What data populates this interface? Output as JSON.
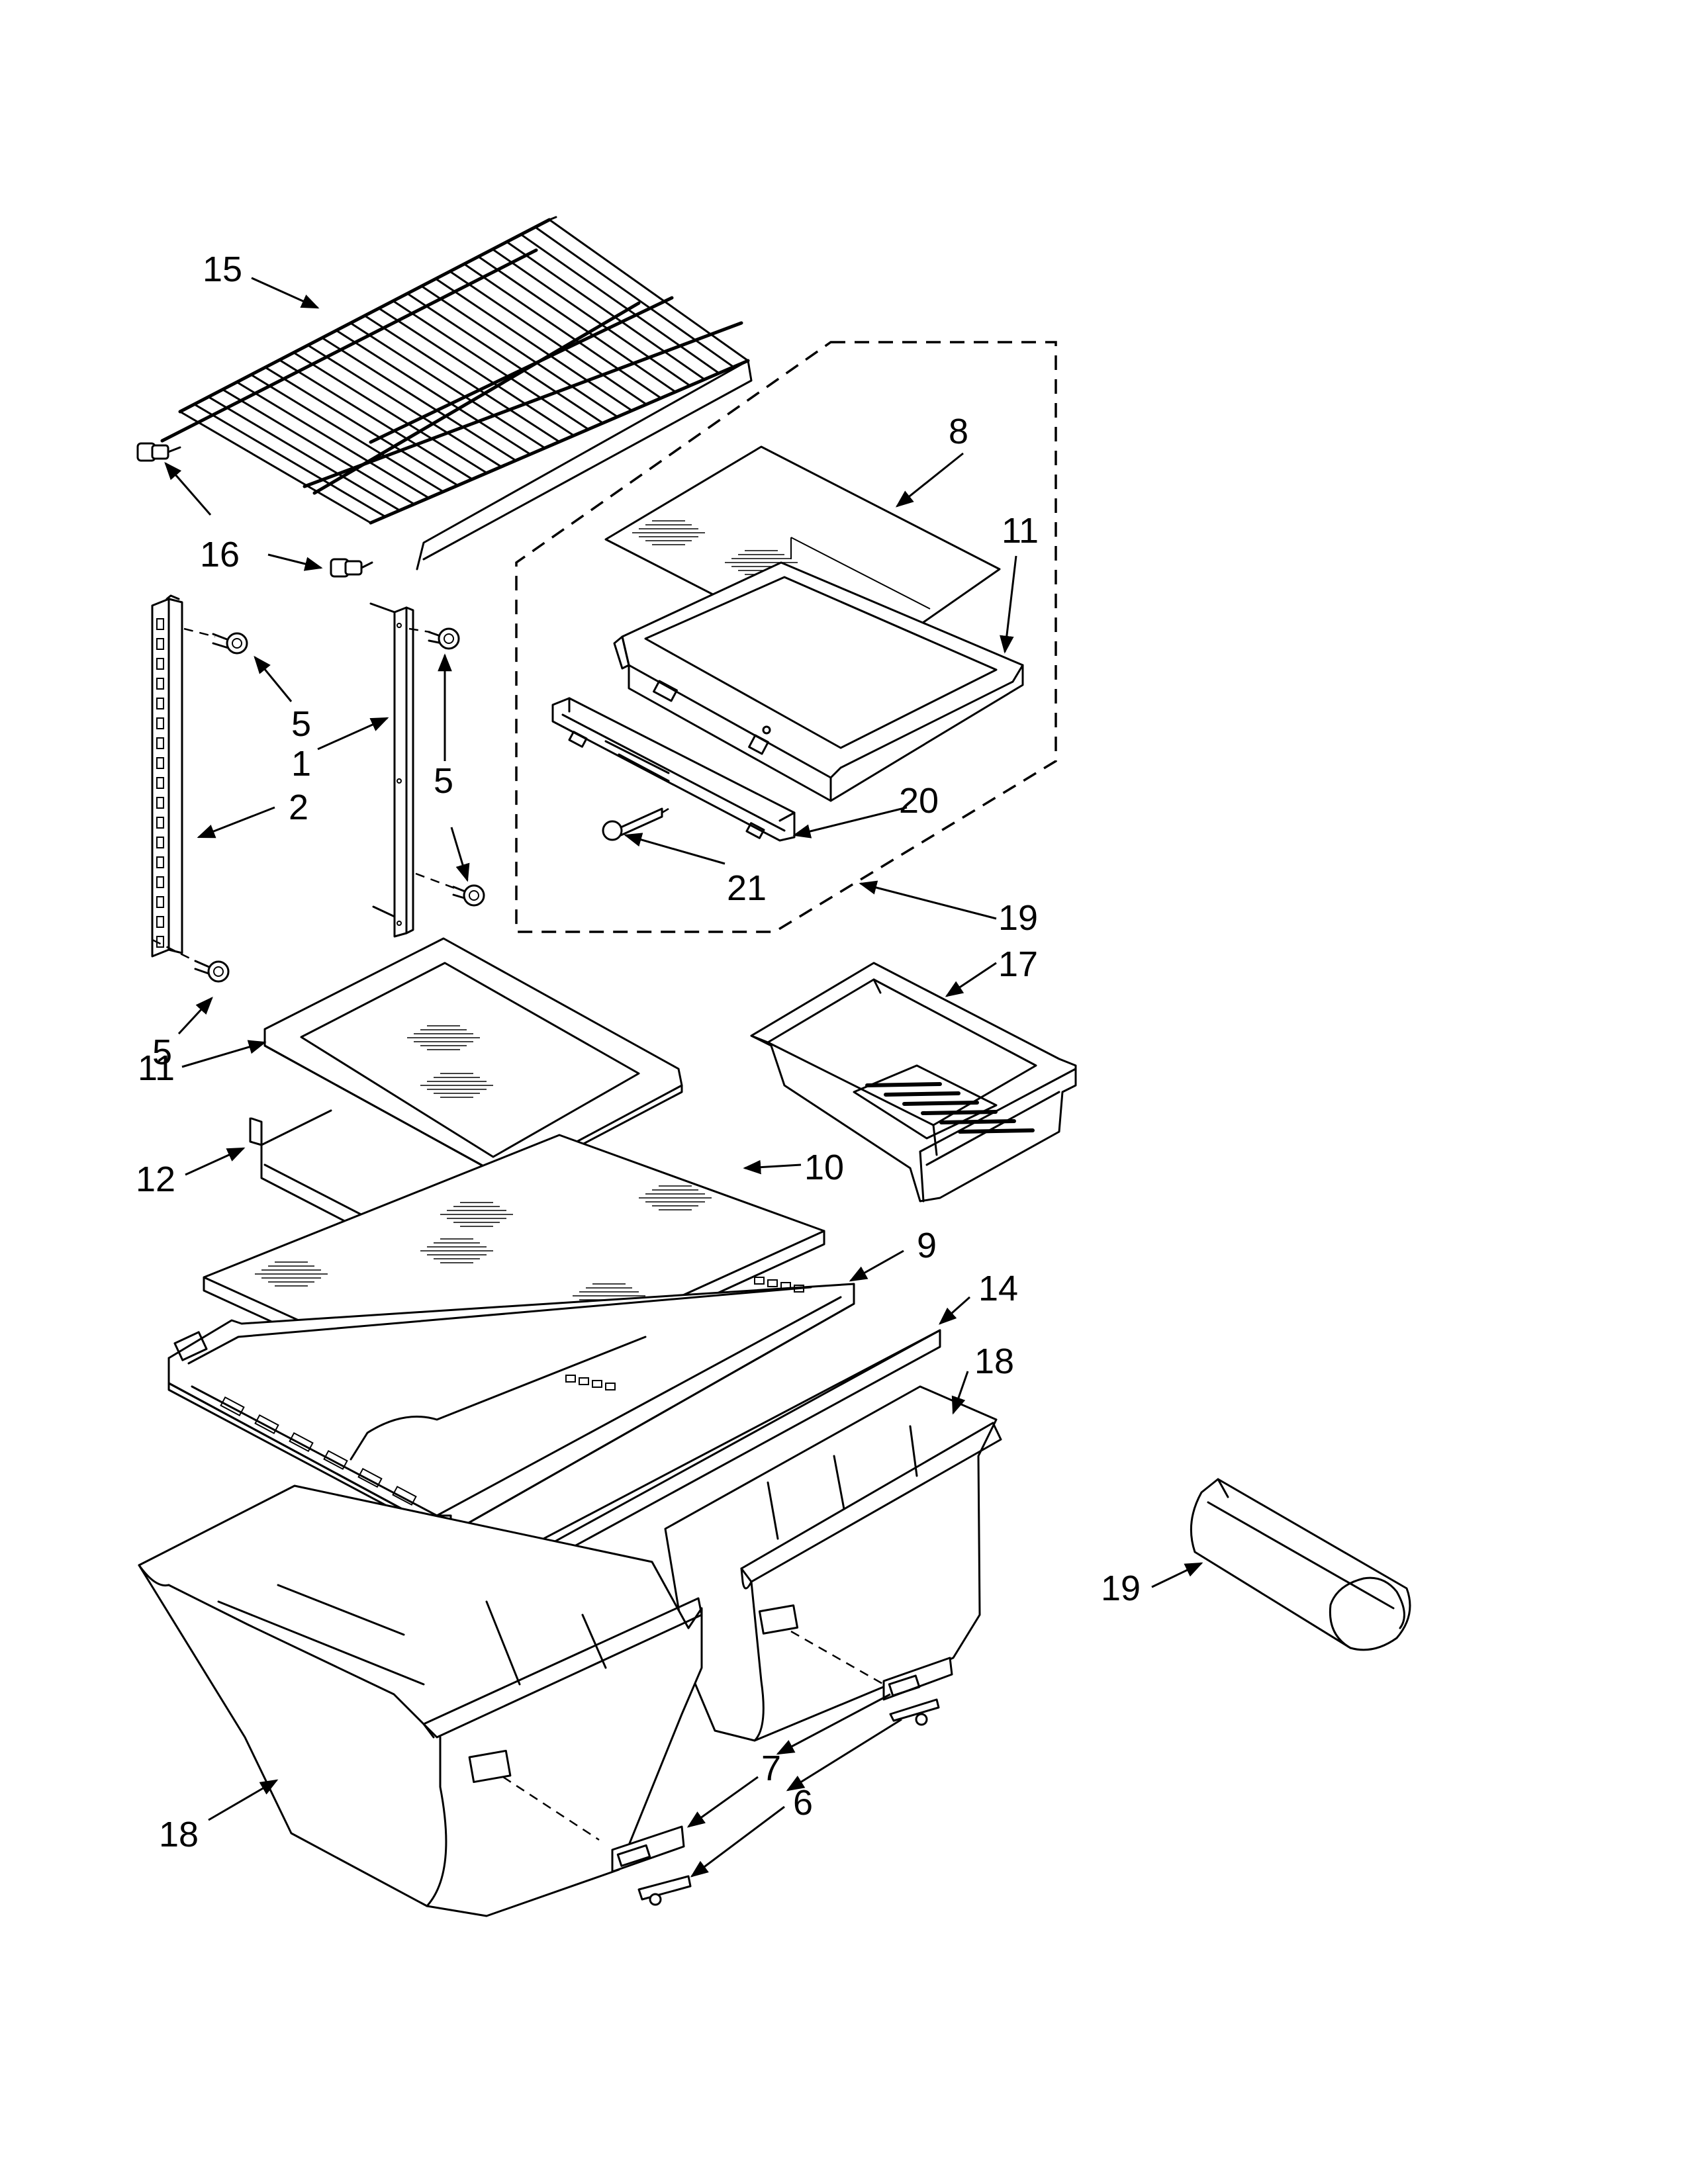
{
  "callouts": [
    {
      "id": "c15",
      "text": "15"
    },
    {
      "id": "c16",
      "text": "16"
    },
    {
      "id": "c8",
      "text": "8"
    },
    {
      "id": "c11a",
      "text": "11"
    },
    {
      "id": "c5a",
      "text": "5"
    },
    {
      "id": "c1",
      "text": "1"
    },
    {
      "id": "c2",
      "text": "2"
    },
    {
      "id": "c5b",
      "text": "5"
    },
    {
      "id": "c20",
      "text": "20"
    },
    {
      "id": "c21",
      "text": "21"
    },
    {
      "id": "c19a",
      "text": "19"
    },
    {
      "id": "c17",
      "text": "17"
    },
    {
      "id": "c5c",
      "text": "5"
    },
    {
      "id": "c11b",
      "text": "11"
    },
    {
      "id": "c12",
      "text": "12"
    },
    {
      "id": "c10",
      "text": "10"
    },
    {
      "id": "c9",
      "text": "9"
    },
    {
      "id": "c14",
      "text": "14"
    },
    {
      "id": "c18a",
      "text": "18"
    },
    {
      "id": "c19b",
      "text": "19"
    },
    {
      "id": "c7",
      "text": "7"
    },
    {
      "id": "c6",
      "text": "6"
    },
    {
      "id": "c18b",
      "text": "18"
    }
  ],
  "parts": [
    {
      "id": "p15",
      "name": "wire-shelf"
    },
    {
      "id": "p16",
      "name": "shelf-stud"
    },
    {
      "id": "p8",
      "name": "glass-panel"
    },
    {
      "id": "p11",
      "name": "shelf-frame"
    },
    {
      "id": "p1",
      "name": "shelf-ladder-right"
    },
    {
      "id": "p2",
      "name": "shelf-ladder-left"
    },
    {
      "id": "p5",
      "name": "screw"
    },
    {
      "id": "p20",
      "name": "shelf-rail"
    },
    {
      "id": "p21",
      "name": "screw"
    },
    {
      "id": "p19",
      "name": "shelf-assembly"
    },
    {
      "id": "p17",
      "name": "deli-drawer"
    },
    {
      "id": "p12",
      "name": "bracket"
    },
    {
      "id": "p10",
      "name": "glass-shelf"
    },
    {
      "id": "p9",
      "name": "crisper-cover"
    },
    {
      "id": "p14",
      "name": "trim-strip"
    },
    {
      "id": "p18",
      "name": "crisper-pan"
    },
    {
      "id": "p7",
      "name": "label-holder"
    },
    {
      "id": "p6",
      "name": "clip"
    }
  ]
}
